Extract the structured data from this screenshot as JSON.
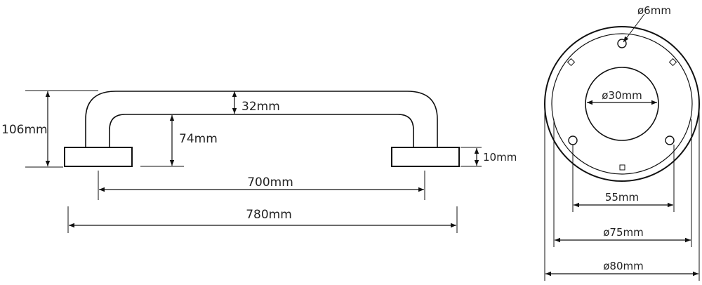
{
  "labels": {
    "height_total": "106mm",
    "wall_gap": "32mm",
    "inner_clearance": "74mm",
    "base_thickness": "10mm",
    "center_distance": "700mm",
    "overall_length": "780mm",
    "pin_diameter": "ø6mm",
    "hole_diameter": "ø30mm",
    "screw_spacing": "55mm",
    "inner_ring_diameter": "ø75mm",
    "flange_diameter": "ø80mm"
  }
}
